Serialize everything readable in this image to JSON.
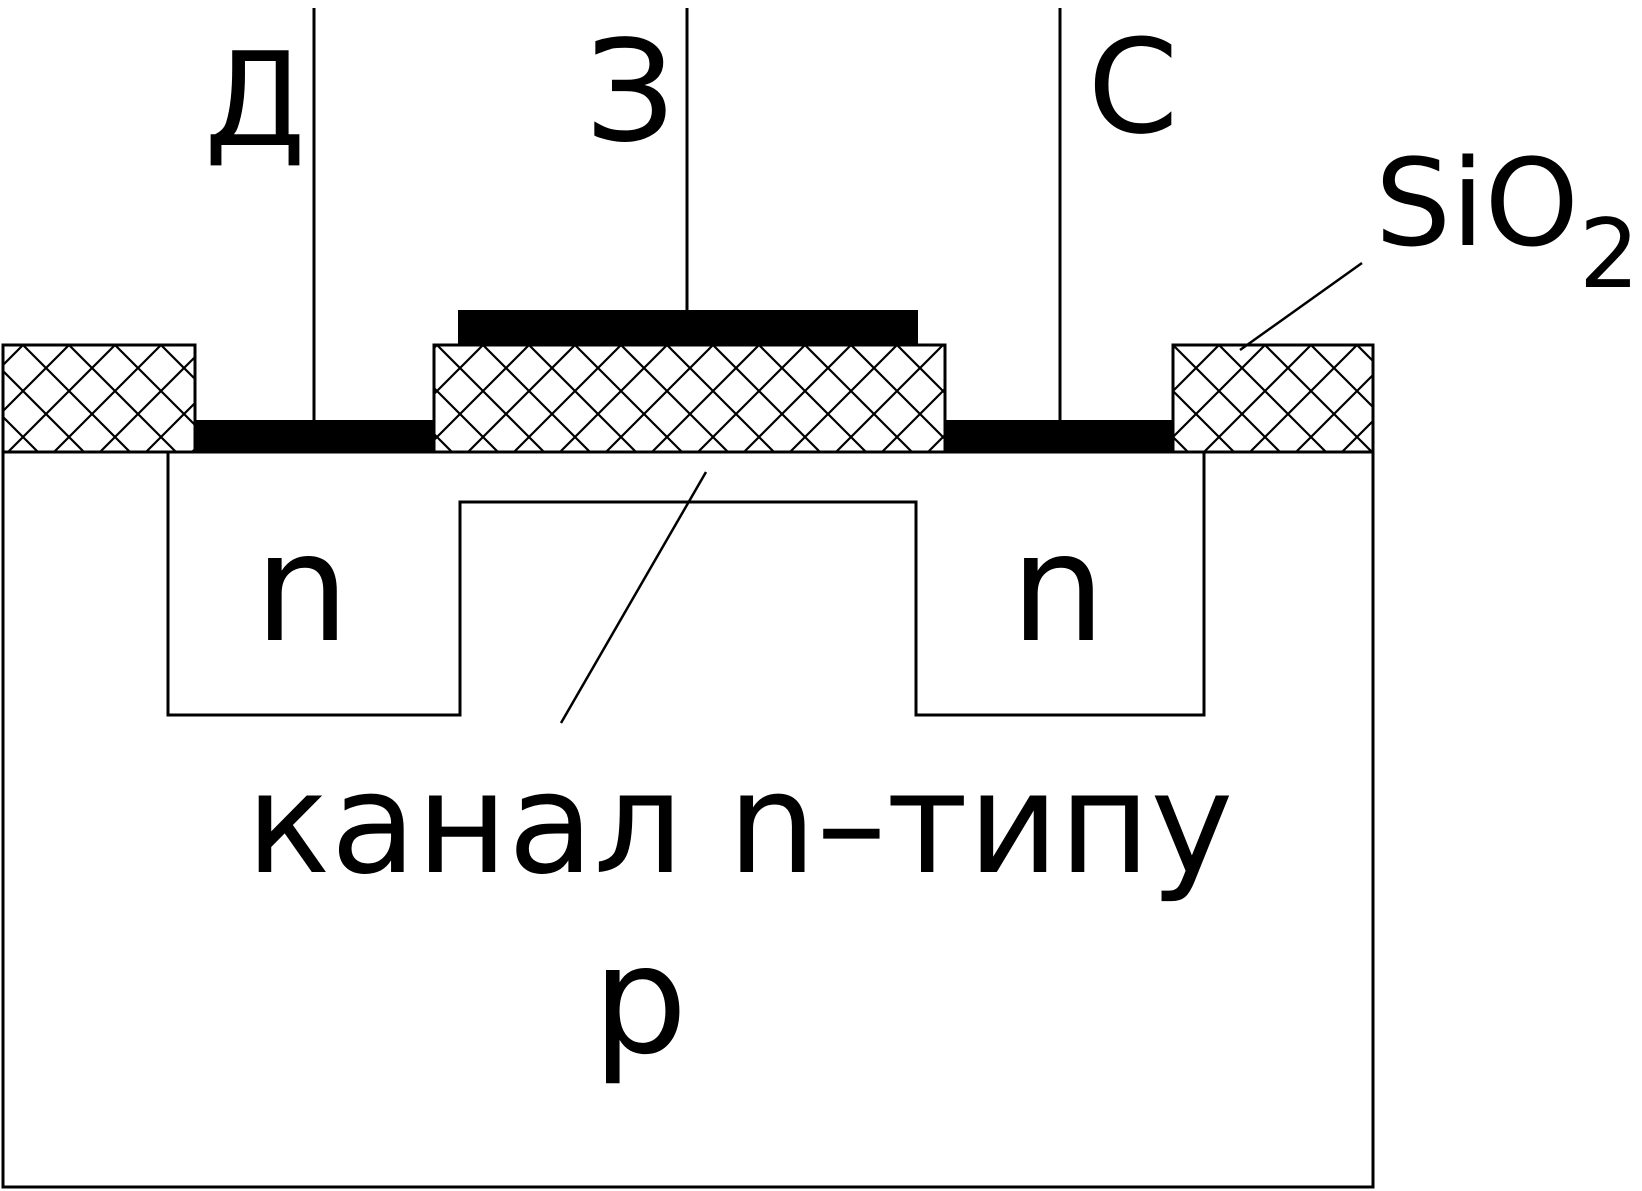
{
  "terminals": {
    "drain": "Д",
    "gate": "З",
    "source": "С"
  },
  "oxide": {
    "base": "SiO",
    "subscript": "2"
  },
  "regions": {
    "drain_region": "n",
    "source_region": "n",
    "substrate": "p"
  },
  "channel_label": "канал n–типу",
  "colors": {
    "line": "#000000",
    "background": "#ffffff"
  }
}
